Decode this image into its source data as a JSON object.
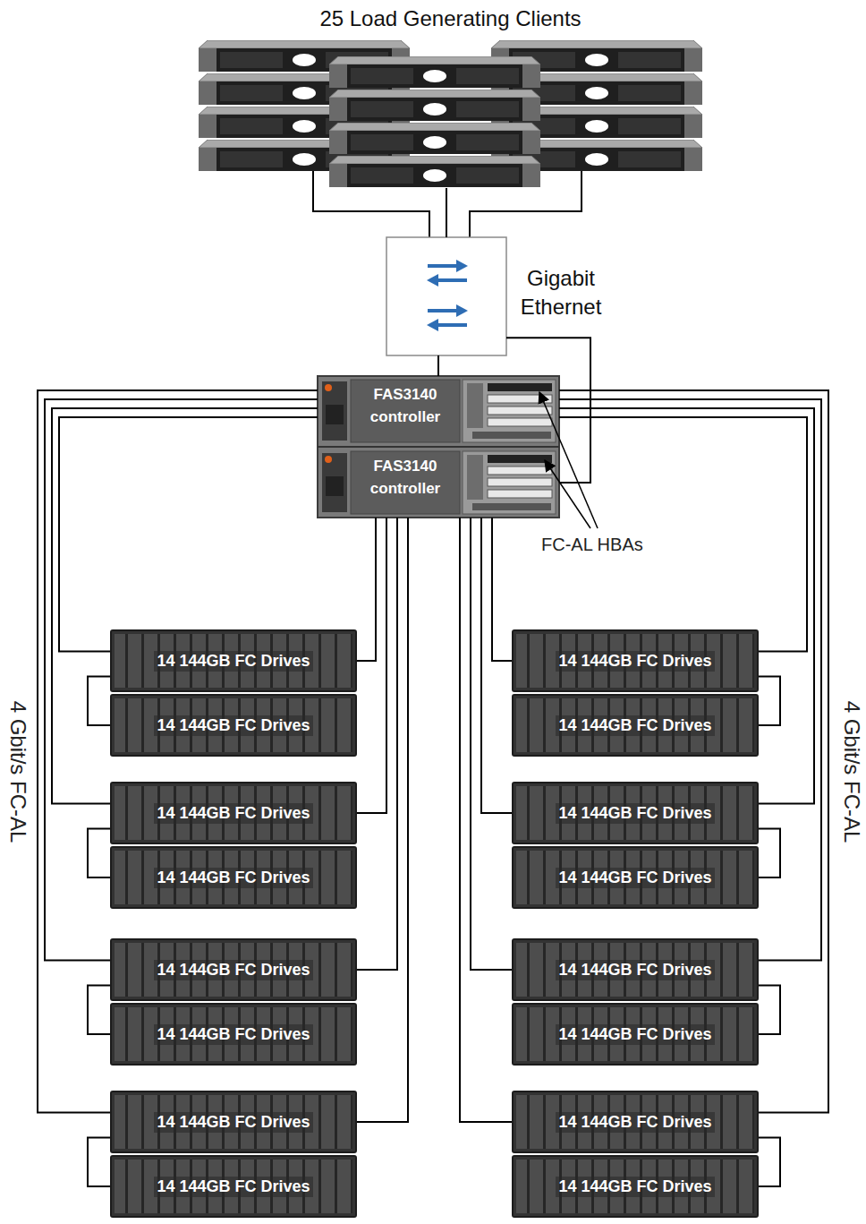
{
  "diagram": {
    "nodes": [
      {
        "text": [
          "25 Load Generating Clients"
        ]
      },
      {
        "text": [
          "Gigabit Ethernet"
        ]
      },
      {
        "text": [
          "FAS3140 controller"
        ]
      },
      {
        "text": [
          "FAS3140 controller"
        ]
      },
      {
        "text": [
          "14 144GB FC Drives"
        ]
      },
      {
        "text": [
          "14 144GB FC Drives"
        ]
      },
      {
        "text": [
          "14 144GB FC Drives"
        ]
      },
      {
        "text": [
          "14 144GB FC Drives"
        ]
      },
      {
        "text": [
          "14 144GB FC Drives"
        ]
      },
      {
        "text": [
          "14 144GB FC Drives"
        ]
      },
      {
        "text": [
          "14 144GB FC Drives"
        ]
      },
      {
        "text": [
          "14 144GB FC Drives"
        ]
      },
      {
        "text": [
          "14 144GB FC Drives"
        ]
      },
      {
        "text": [
          "14 144GB FC Drives"
        ]
      },
      {
        "text": [
          "14 144GB FC Drives"
        ]
      },
      {
        "text": [
          "14 144GB FC Drives"
        ]
      },
      {
        "text": [
          "14 144GB FC Drives"
        ]
      },
      {
        "text": [
          "14 144GB FC Drives"
        ]
      },
      {
        "text": [
          "14 144GB FC Drives"
        ]
      },
      {
        "text": [
          "14 144GB FC Drives"
        ]
      }
    ],
    "edges": [
      {
        "from": 0,
        "to": 1,
        "arrow": "none"
      },
      {
        "from": 1,
        "to": 2,
        "arrow": "none"
      },
      {
        "from": 1,
        "to": 3,
        "arrow": "none"
      },
      {
        "from": 2,
        "to": 4,
        "arrow": "none"
      },
      {
        "from": 3,
        "to": 4,
        "arrow": "none"
      },
      {
        "from": 4,
        "to": 6,
        "arrow": "none"
      },
      {
        "from": 2,
        "to": 5,
        "arrow": "none"
      },
      {
        "from": 3,
        "to": 5,
        "arrow": "none"
      },
      {
        "from": 5,
        "to": 7,
        "arrow": "none"
      },
      {
        "from": 2,
        "to": 8,
        "arrow": "none"
      },
      {
        "from": 3,
        "to": 8,
        "arrow": "none"
      },
      {
        "from": 8,
        "to": 10,
        "arrow": "none"
      },
      {
        "from": 2,
        "to": 9,
        "arrow": "none"
      },
      {
        "from": 3,
        "to": 9,
        "arrow": "none"
      },
      {
        "from": 9,
        "to": 11,
        "arrow": "none"
      },
      {
        "from": 2,
        "to": 12,
        "arrow": "none"
      },
      {
        "from": 3,
        "to": 12,
        "arrow": "none"
      },
      {
        "from": 12,
        "to": 14,
        "arrow": "none"
      },
      {
        "from": 2,
        "to": 13,
        "arrow": "none"
      },
      {
        "from": 3,
        "to": 13,
        "arrow": "none"
      },
      {
        "from": 13,
        "to": 15,
        "arrow": "none"
      },
      {
        "from": 2,
        "to": 16,
        "arrow": "none"
      },
      {
        "from": 3,
        "to": 16,
        "arrow": "none"
      },
      {
        "from": 16,
        "to": 18,
        "arrow": "none"
      },
      {
        "from": 2,
        "to": 17,
        "arrow": "none"
      },
      {
        "from": 3,
        "to": 17,
        "arrow": "none"
      },
      {
        "from": 17,
        "to": 19,
        "arrow": "none"
      }
    ],
    "labels": [
      "FC-AL HBAs",
      "4 Gbit/s FC-AL",
      "4 Gbit/s FC-AL"
    ]
  }
}
